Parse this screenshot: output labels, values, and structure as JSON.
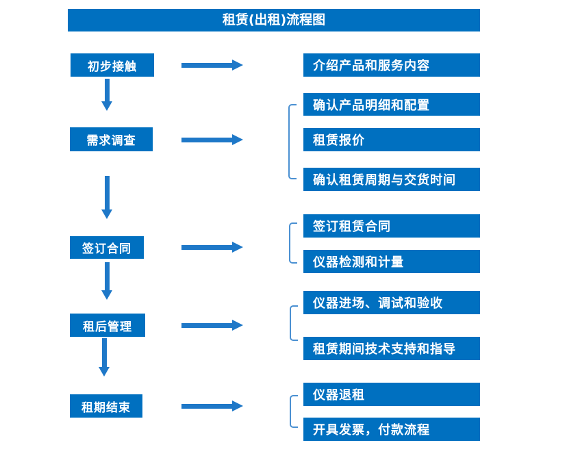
{
  "title": "租赁(出租)流程图",
  "colors": {
    "primary": "#0070C0",
    "arrow": "#1E78C8",
    "bracket": "#4A90D2",
    "text_on_primary": "#FFFFFF",
    "background": "#FFFFFF"
  },
  "steps": [
    {
      "label": "初步接触",
      "outputs": [
        "介绍产品和服务内容"
      ]
    },
    {
      "label": "需求调查",
      "outputs": [
        "确认产品明细和配置",
        "租赁报价",
        "确认租赁周期与交货时间"
      ]
    },
    {
      "label": "签订合同",
      "outputs": [
        "签订租赁合同",
        "仪器检测和计量"
      ]
    },
    {
      "label": "租后管理",
      "outputs": [
        "仪器进场、调试和验收",
        "租赁期间技术支持和指导"
      ]
    },
    {
      "label": "租期结束",
      "outputs": [
        "仪器退租",
        "开具发票，付款流程"
      ]
    }
  ]
}
